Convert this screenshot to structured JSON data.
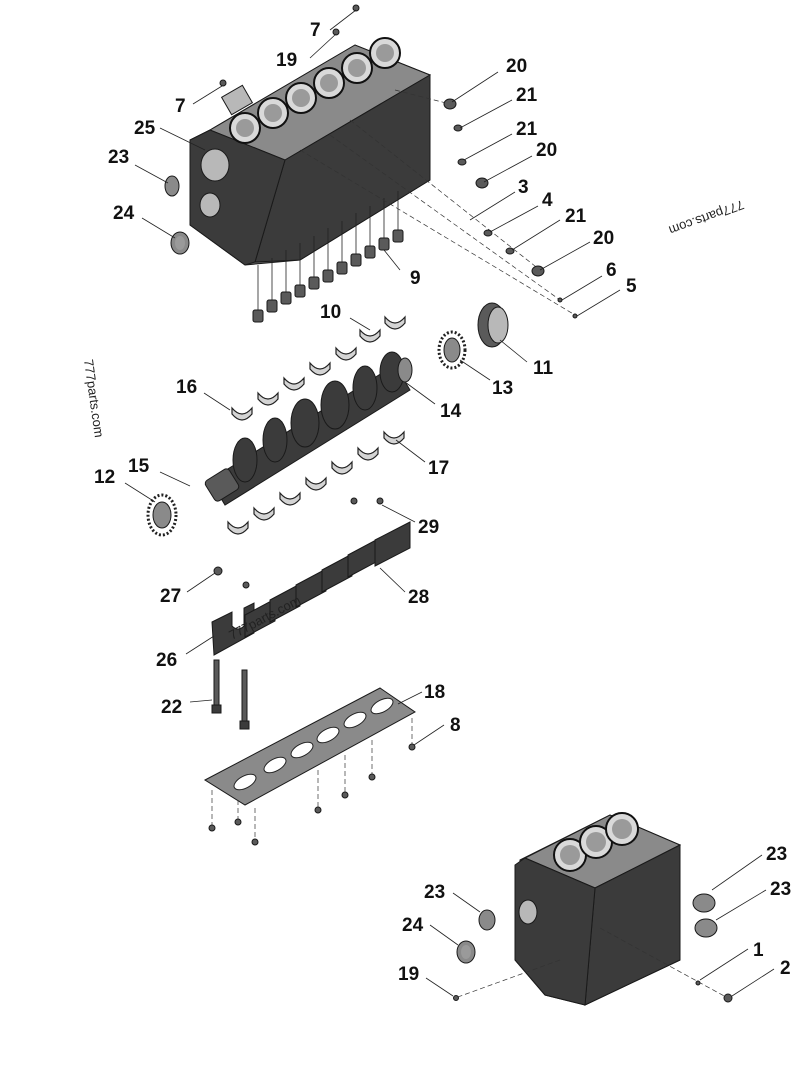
{
  "watermarks": [
    "777parts.com",
    "777parts.com",
    "777parts.com"
  ],
  "callouts": [
    "7",
    "19",
    "20",
    "7",
    "21",
    "25",
    "21",
    "20",
    "23",
    "3",
    "4",
    "24",
    "21",
    "20",
    "6",
    "9",
    "5",
    "10",
    "11",
    "13",
    "16",
    "14",
    "17",
    "15",
    "12",
    "29",
    "27",
    "28",
    "26",
    "18",
    "22",
    "8",
    "23",
    "23",
    "23",
    "24",
    "1",
    "19",
    "2"
  ]
}
